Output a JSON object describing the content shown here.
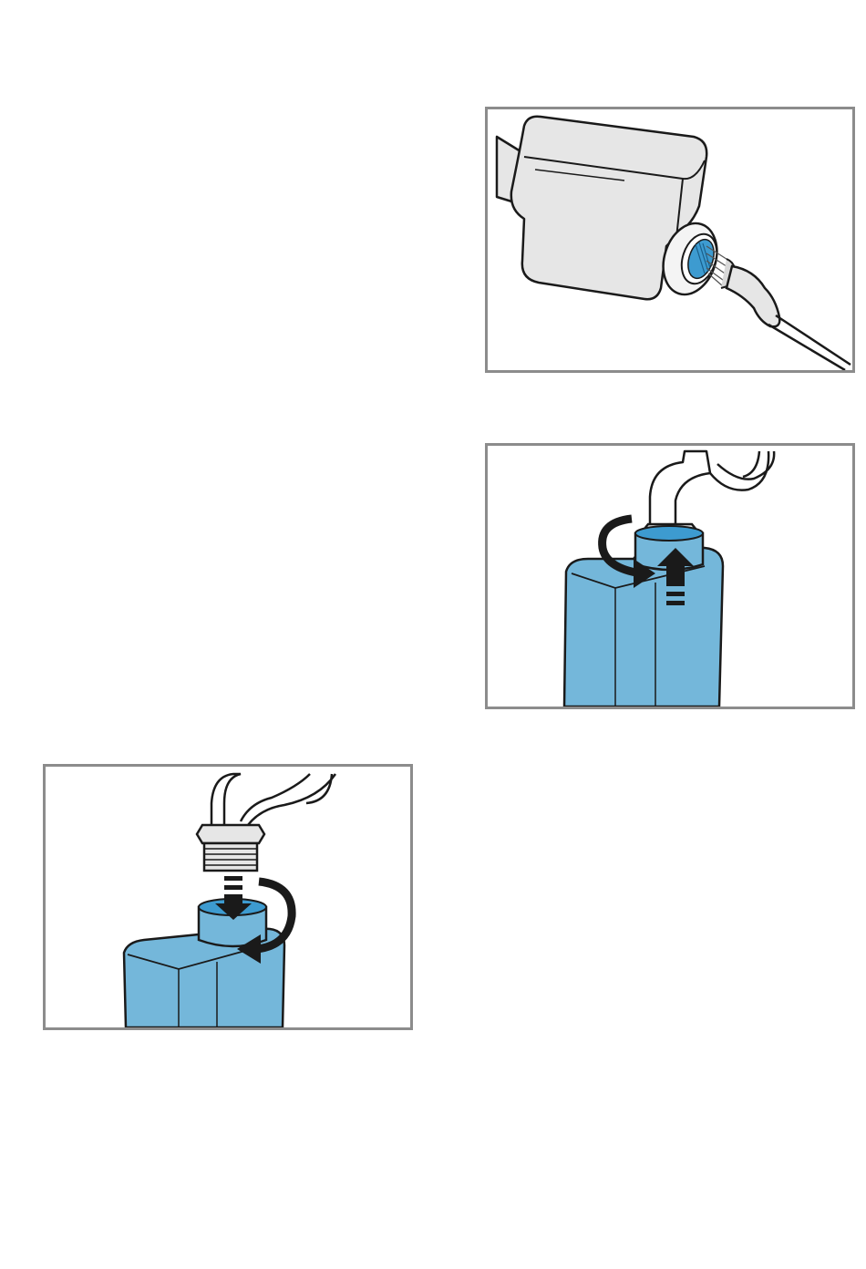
{
  "colors": {
    "frame": "#8c8c8c",
    "housing": "#e6e6e6",
    "water": "#74b7da",
    "water_dark": "#3d9bd0",
    "outline": "#1a1a1a"
  },
  "figures": [
    {
      "icon": "filter-cleaning-illustration"
    },
    {
      "icon": "unscrew-hose-illustration"
    },
    {
      "icon": "screw-hose-illustration"
    }
  ]
}
